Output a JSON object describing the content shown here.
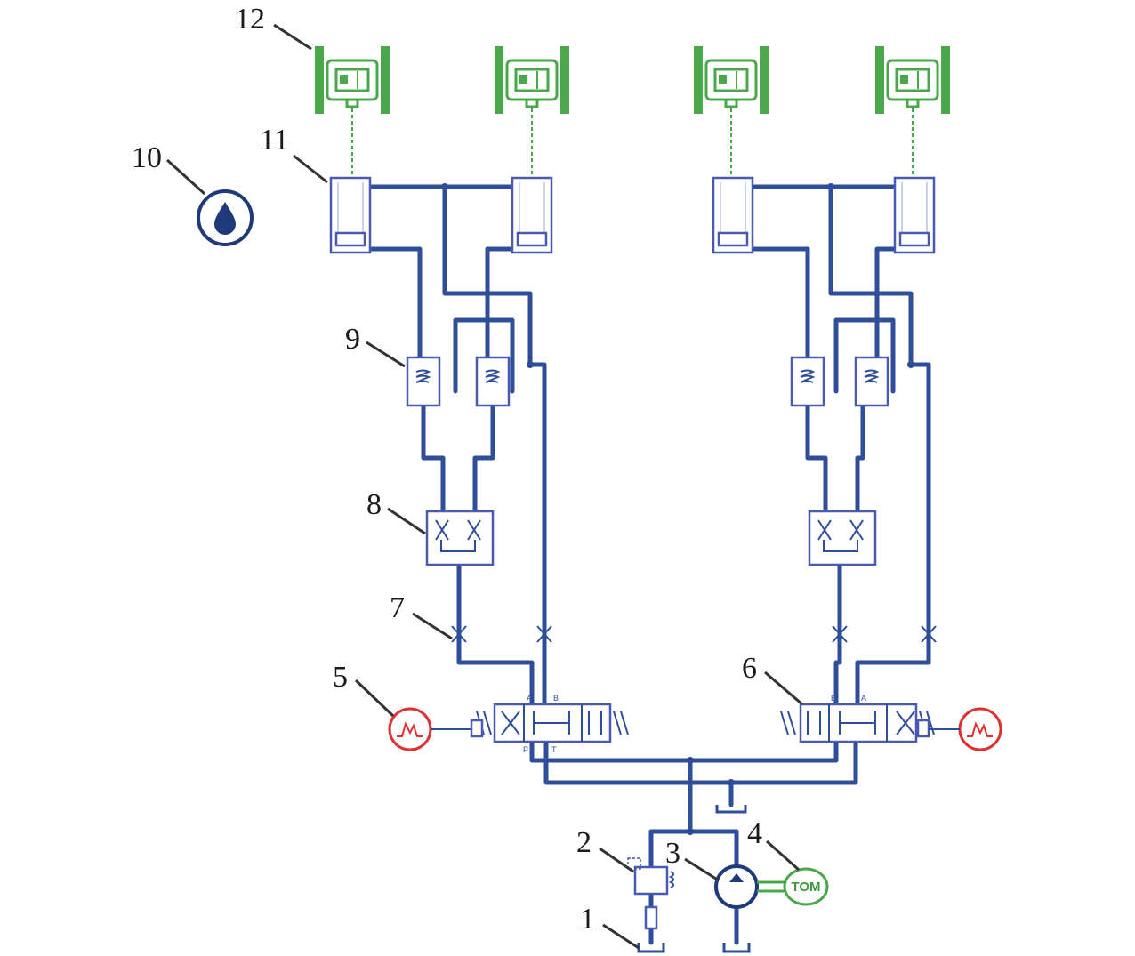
{
  "labels": {
    "l1": "1",
    "l2": "2",
    "l3": "3",
    "l4": "4",
    "l5": "5",
    "l6": "6",
    "l7": "7",
    "l8": "8",
    "l9": "9",
    "l10": "10",
    "l11": "11",
    "l12": "12"
  },
  "motor_text": "TOM",
  "port_labels": {
    "a": "A",
    "b": "B",
    "p": "P",
    "t": "T"
  },
  "colors": {
    "hydraulic": "#2f4e9a",
    "signal": "#e03030",
    "mechanical": "#4aa84a"
  },
  "icons": [
    "oil-drop-icon",
    "signal-source-icon",
    "wheel-actuator-icon",
    "motor-icon",
    "tank-icon"
  ]
}
